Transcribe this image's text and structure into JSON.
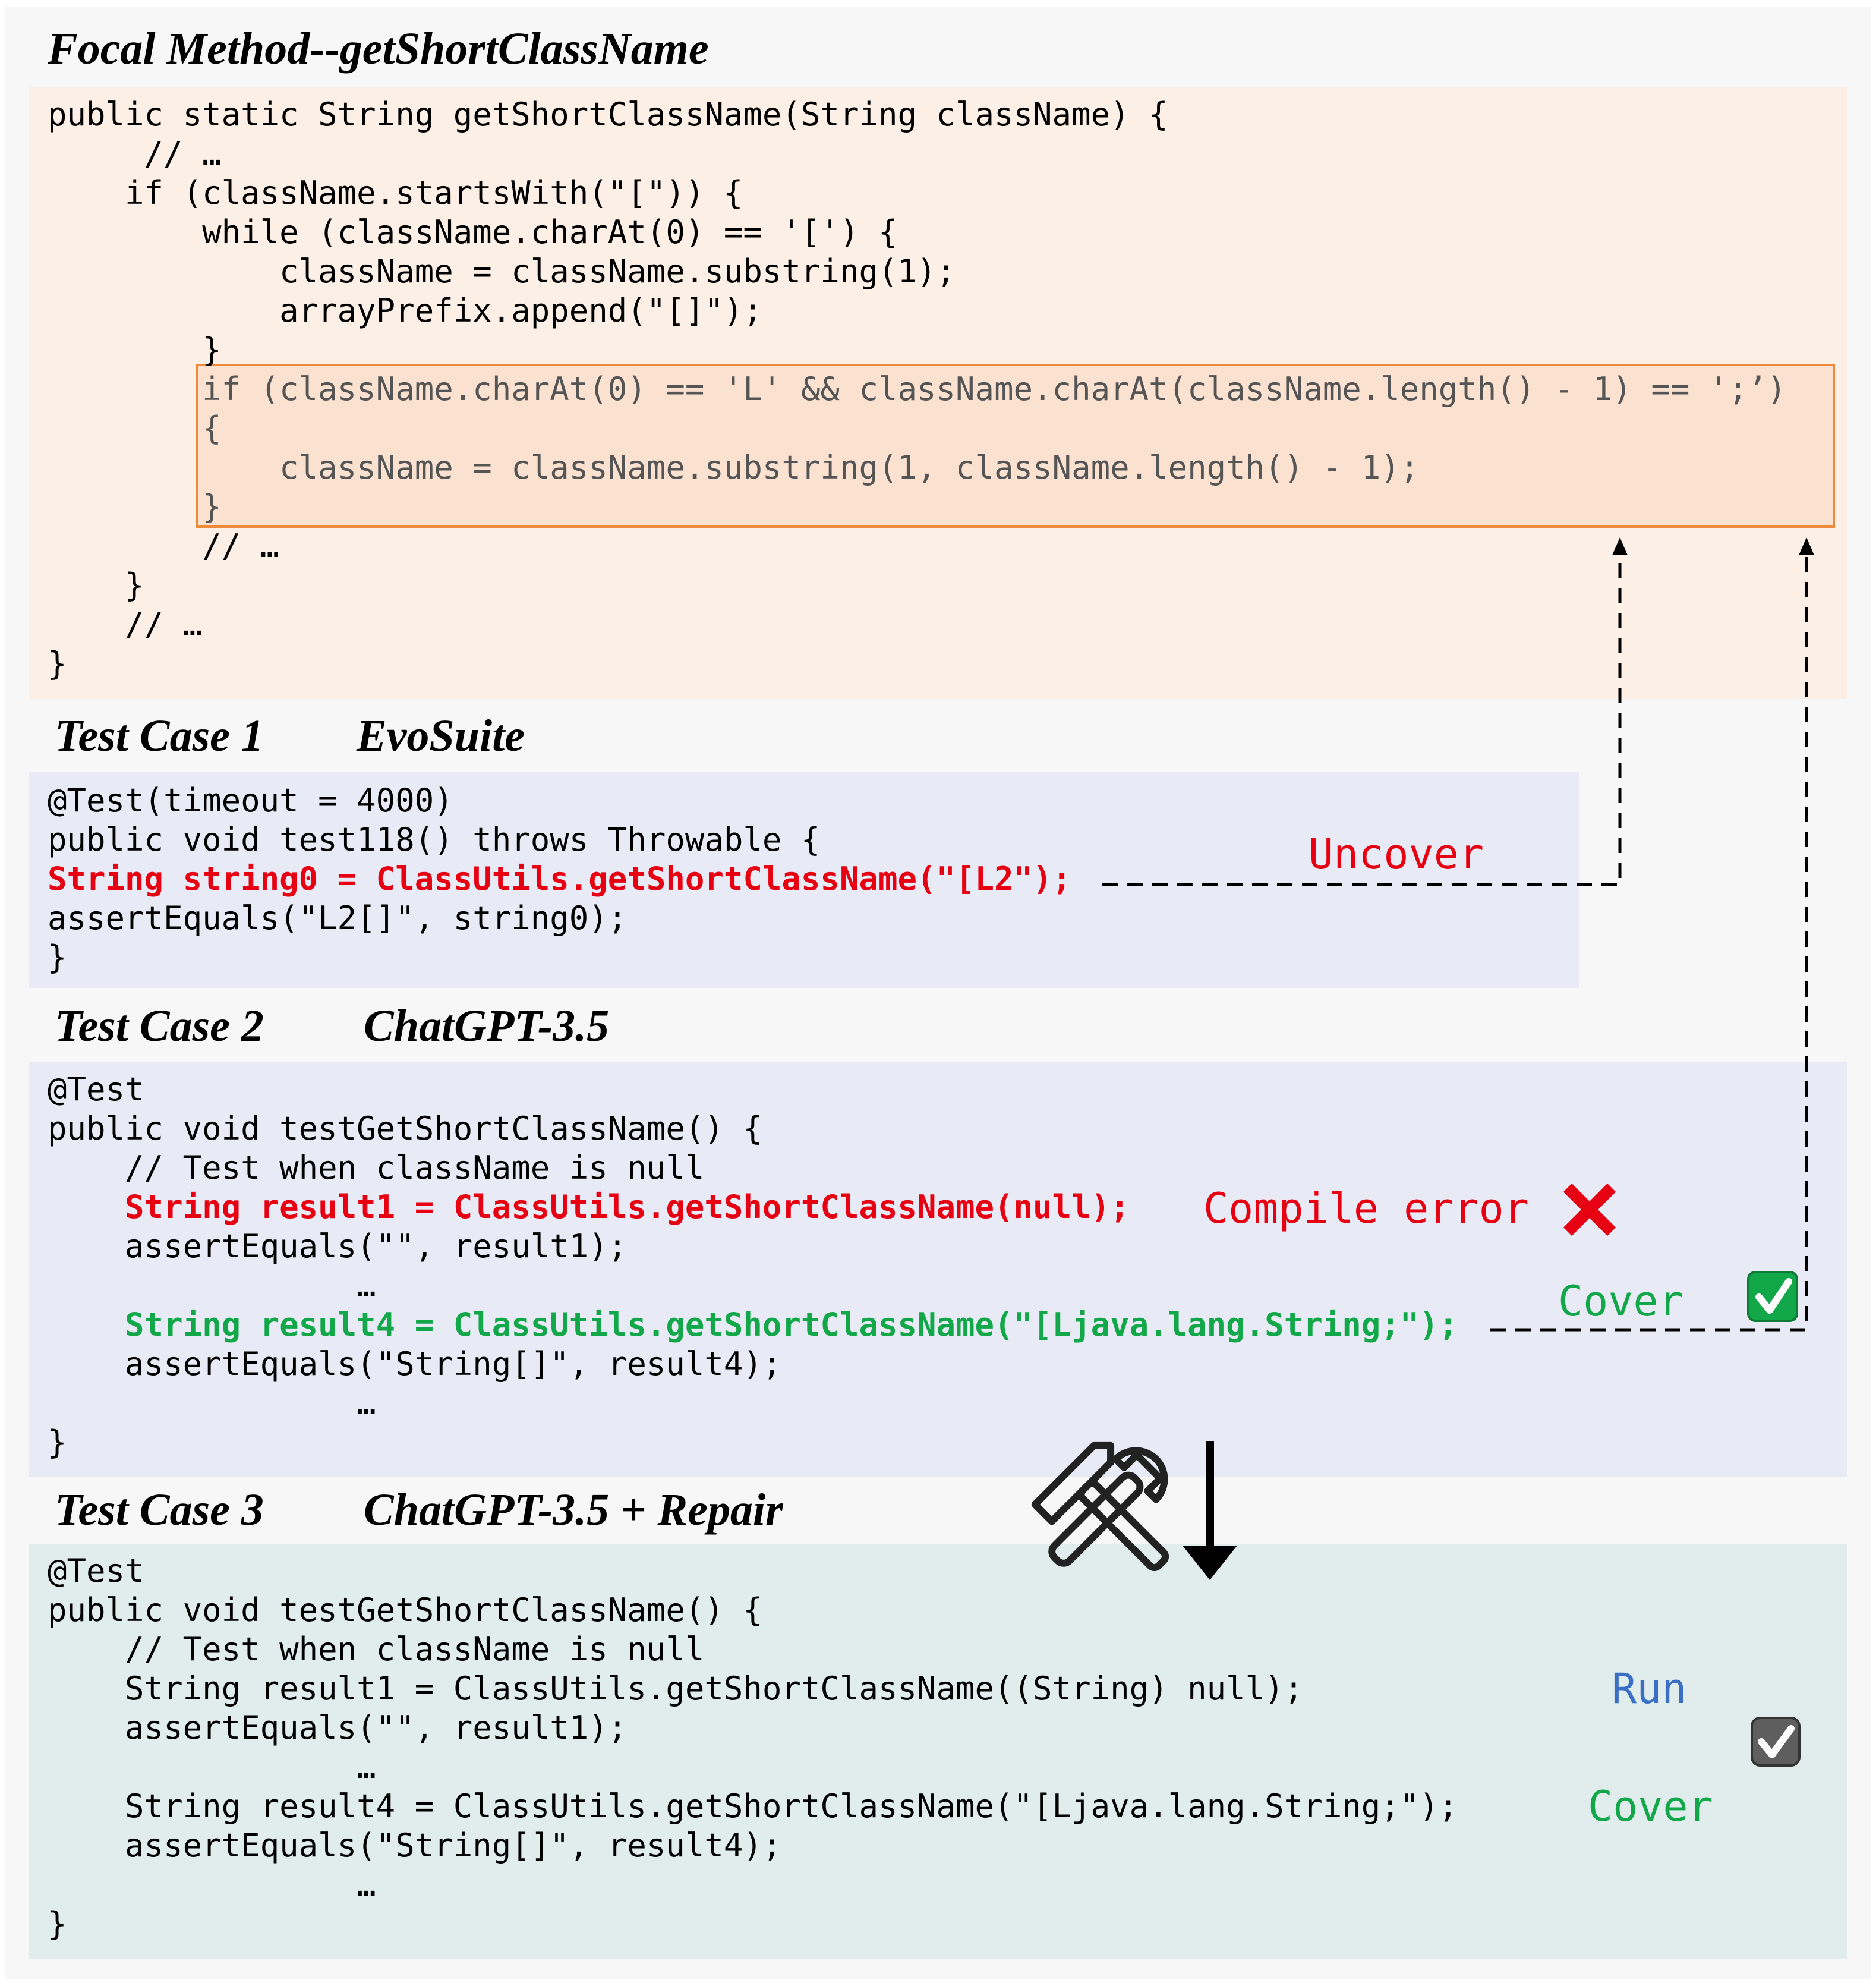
{
  "focal": {
    "title": "Focal Method--getShortClassName",
    "lines": [
      "public static String getShortClassName(String className) {",
      "     // …",
      "    if (className.startsWith(\"[\")) {",
      "        while (className.charAt(0) == '[') {",
      "            className = className.substring(1);",
      "            arrayPrefix.append(\"[]\");",
      "        }",
      "        if (className.charAt(0) == 'L' && className.charAt(className.length() - 1) == ';’)",
      "        {",
      "            className = className.substring(1, className.length() - 1);",
      "        }",
      "        // …",
      "    }",
      "    // …",
      "}"
    ]
  },
  "case1": {
    "title": "Test Case 1",
    "tool": "EvoSuite",
    "lines": [
      "@Test(timeout = 4000)",
      "public void test118() throws Throwable {",
      "String string0 = ClassUtils.getShortClassName(\"[L2\");",
      "assertEquals(\"L2[]\", string0);",
      "}"
    ],
    "status": "Uncover"
  },
  "case2": {
    "title": "Test Case 2",
    "tool": "ChatGPT-3.5",
    "lines": [
      "@Test",
      "public void testGetShortClassName() {",
      "    // Test when className is null",
      "    String result1 = ClassUtils.getShortClassName(null);",
      "    assertEquals(\"\", result1);",
      "                …",
      "    String result4 = ClassUtils.getShortClassName(\"[Ljava.lang.String;\");",
      "    assertEquals(\"String[]\", result4);",
      "                …",
      "}"
    ],
    "status_error": "Compile error",
    "status_cover": "Cover"
  },
  "case3": {
    "title": "Test Case 3",
    "tool": "ChatGPT-3.5 + Repair",
    "lines": [
      "@Test",
      "public void testGetShortClassName() {",
      "    // Test when className is null",
      "    String result1 = ClassUtils.getShortClassName((String) null);",
      "    assertEquals(\"\", result1);",
      "                …",
      "    String result4 = ClassUtils.getShortClassName(\"[Ljava.lang.String;\");",
      "    assertEquals(\"String[]\", result4);",
      "                …",
      "}"
    ],
    "status_run": "Run",
    "status_cover": "Cover"
  },
  "colors": {
    "focal_bg": "#fbefe6",
    "highlight_bg": "#fbe1d0",
    "highlight_border": "#ef8a3b",
    "case_bg": "#e8ebf5",
    "case3_bg": "#e0edec",
    "red": "#e60012",
    "green": "#12a84a",
    "blue": "#3a6fc4"
  },
  "icons": [
    "repair-tools-icon",
    "down-arrow-icon",
    "cross-icon",
    "green-checkbox-icon",
    "grey-checkbox-icon"
  ]
}
